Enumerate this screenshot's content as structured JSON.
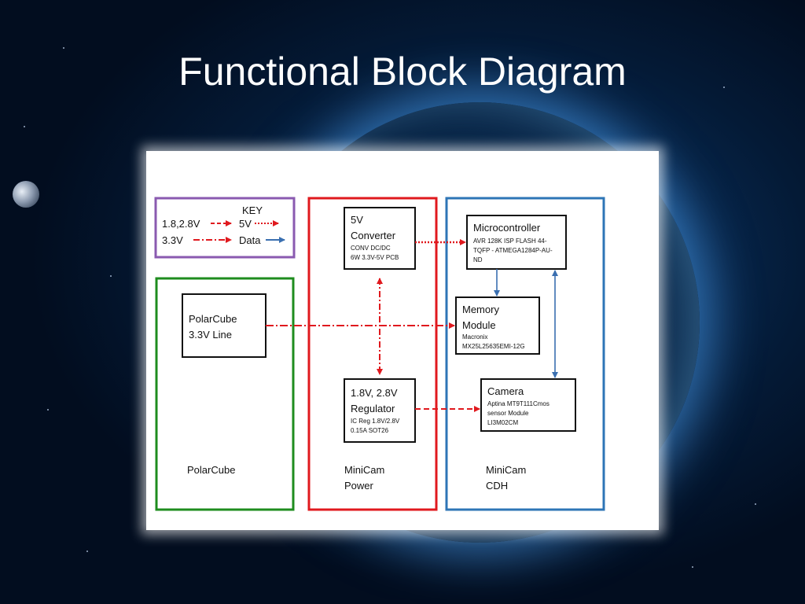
{
  "slide": {
    "title": "Functional Block Diagram"
  },
  "diagram": {
    "key": {
      "title": "KEY",
      "v18_28": "1.8,2.8V",
      "v33": "3.3V",
      "v5": "5V",
      "data": "Data"
    },
    "converter": {
      "l1": "5V",
      "l2": "Converter",
      "s1": "CONV DC/DC",
      "s2": "6W 3.3V-5V PCB"
    },
    "microcontroller": {
      "title": "Microcontroller",
      "s1": "AVR 128K ISP FLASH 44-",
      "s2": "TQFP - ATMEGA1284P-AU-",
      "s3": "ND"
    },
    "polarcube_line": {
      "l1": "PolarCube",
      "l2": "3.3V Line"
    },
    "memory": {
      "l1": "Memory",
      "l2": "Module",
      "s1": "Macronix",
      "s2": "MX25L25635EMI-12G"
    },
    "regulator": {
      "l1": "1.8V, 2.8V",
      "l2": "Regulator",
      "s1": "IC Reg 1.8V/2.8V",
      "s2": "0.15A SOT26"
    },
    "camera": {
      "title": "Camera",
      "s1": "Aptina MT9T111Cmos",
      "s2": "sensor Module",
      "s3": "LI3M02CM"
    },
    "groups": {
      "polarcube": "PolarCube",
      "power_l1": "MiniCam",
      "power_l2": "Power",
      "cdh_l1": "MiniCam",
      "cdh_l2": "CDH"
    },
    "colors": {
      "polarcube": "#1e8c1e",
      "power": "#e0191e",
      "cdh": "#2e75b6",
      "key": "#8a5ab0",
      "data_arrow": "#3a6fb0",
      "power_arrow": "#e0191e"
    }
  }
}
